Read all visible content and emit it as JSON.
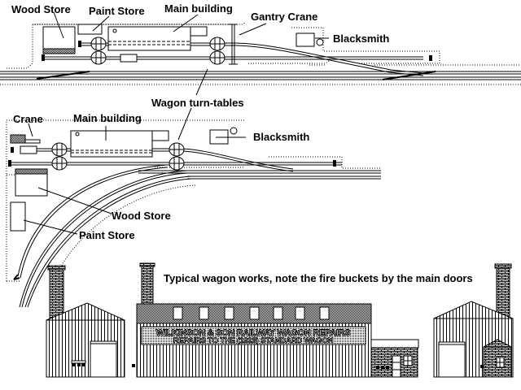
{
  "diagram": {
    "top_plan": {
      "labels": {
        "wood_store": "Wood Store",
        "paint_store": "Paint Store",
        "main_building": "Main building",
        "gantry_crane": "Gantry Crane",
        "blacksmith": "Blacksmith"
      }
    },
    "shared_label": {
      "wagon_turntables": "Wagon turn-tables"
    },
    "lower_plan": {
      "labels": {
        "crane": "Crane",
        "main_building": "Main building",
        "blacksmith": "Blacksmith",
        "wood_store": "Wood Store",
        "paint_store": "Paint Store"
      }
    },
    "elevation": {
      "caption": "Typical wagon works, note the fire buckets by the main doors",
      "sign_line1": "WILKINSON  &  SON   RAILWAY WAGON REPAIRS",
      "sign_line2": "REPAIRS TO THE (1923) STANDARD WAGON"
    }
  }
}
